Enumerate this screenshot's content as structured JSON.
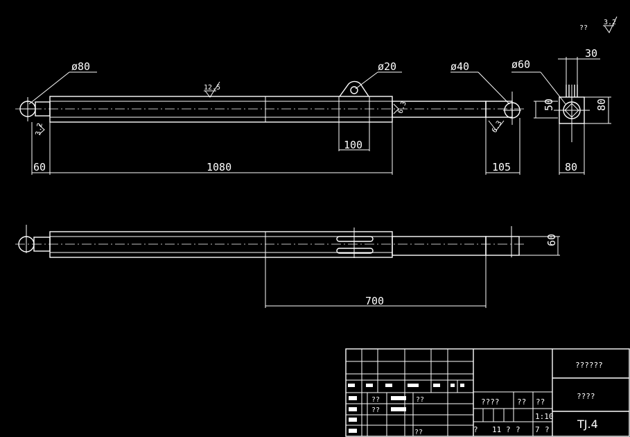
{
  "drawing": {
    "symbol_top_right": "??",
    "roughness_top_right": "3.2",
    "views": {
      "front": {
        "dims": {
          "d80": "ø80",
          "d20": "ø20",
          "d40": "ø40",
          "d60": "ø60",
          "w30": "30",
          "h50": "50",
          "h80": "80",
          "l60": "60",
          "l1080": "1080",
          "l100": "100",
          "l105": "105",
          "w80": "80"
        },
        "roughness": {
          "r125": "12.5",
          "r63a": "6.3",
          "r63b": "6.3",
          "r32": "3.2"
        }
      },
      "top": {
        "dims": {
          "l700": "700",
          "h60": "60"
        }
      }
    },
    "title_block": {
      "top_right_label": "??????",
      "mid_right_label": "????",
      "drawing_no": "TJ.4",
      "scale": "1:10",
      "left_labels": {
        "weight_label": "????",
        "qty_label": "??",
        "scale_label": "??",
        "row_a": "?",
        "row_b": "11",
        "row_c": "?",
        "row_d": "?",
        "row_e": "7",
        "row_f": "?"
      },
      "signature_cells": {
        "s1": "??",
        "s2": "??",
        "s3": "??",
        "s4": "??"
      }
    }
  }
}
